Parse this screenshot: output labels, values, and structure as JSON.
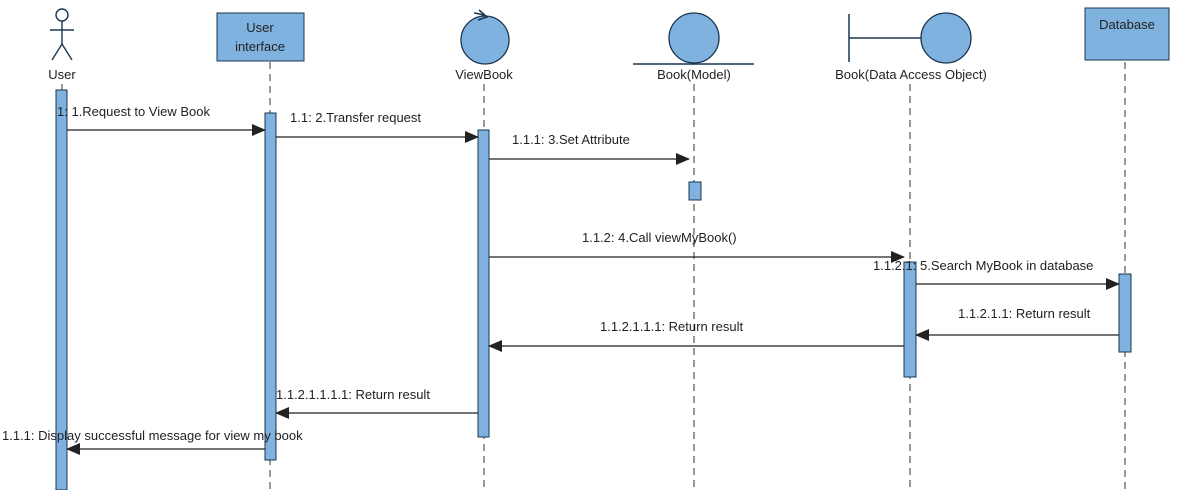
{
  "colors": {
    "fill": "#7fb2df",
    "stroke": "#1b3550",
    "line": "#222222"
  },
  "participants": [
    {
      "name": "User",
      "kind": "actor",
      "icon": "actor-icon"
    },
    {
      "name": "User\ninterface",
      "kind": "box"
    },
    {
      "name": "ViewBook",
      "kind": "control",
      "icon": "control-icon"
    },
    {
      "name": "Book(Model)",
      "kind": "entity",
      "icon": "entity-icon"
    },
    {
      "name": "Book(Data Access Object)",
      "kind": "boundary",
      "icon": "boundary-icon"
    },
    {
      "name": "Database",
      "kind": "box"
    }
  ],
  "messages": [
    {
      "label": "1: 1.Request to View Book",
      "from": "User",
      "to": "User\ninterface",
      "type": "call"
    },
    {
      "label": "1.1: 2.Transfer request",
      "from": "User\ninterface",
      "to": "ViewBook",
      "type": "call"
    },
    {
      "label": "1.1.1: 3.Set Attribute",
      "from": "ViewBook",
      "to": "Book(Model)",
      "type": "call"
    },
    {
      "label": "1.1.2: 4.Call viewMyBook()",
      "from": "ViewBook",
      "to": "Book(Data Access Object)",
      "type": "call"
    },
    {
      "label": "1.1.2.1: 5.Search MyBook in database",
      "from": "Book(Data Access Object)",
      "to": "Database",
      "type": "call"
    },
    {
      "label": "1.1.2.1.1: Return result",
      "from": "Database",
      "to": "Book(Data Access Object)",
      "type": "return"
    },
    {
      "label": "1.1.2.1.1.1: Return result",
      "from": "Book(Data Access Object)",
      "to": "ViewBook",
      "type": "return"
    },
    {
      "label": "1.1.2.1.1.1.1: Return result",
      "from": "ViewBook",
      "to": "User\ninterface",
      "type": "return"
    },
    {
      "label": "1.1.1: Display successful message for view my book",
      "from": "User\ninterface",
      "to": "User",
      "type": "return"
    }
  ]
}
